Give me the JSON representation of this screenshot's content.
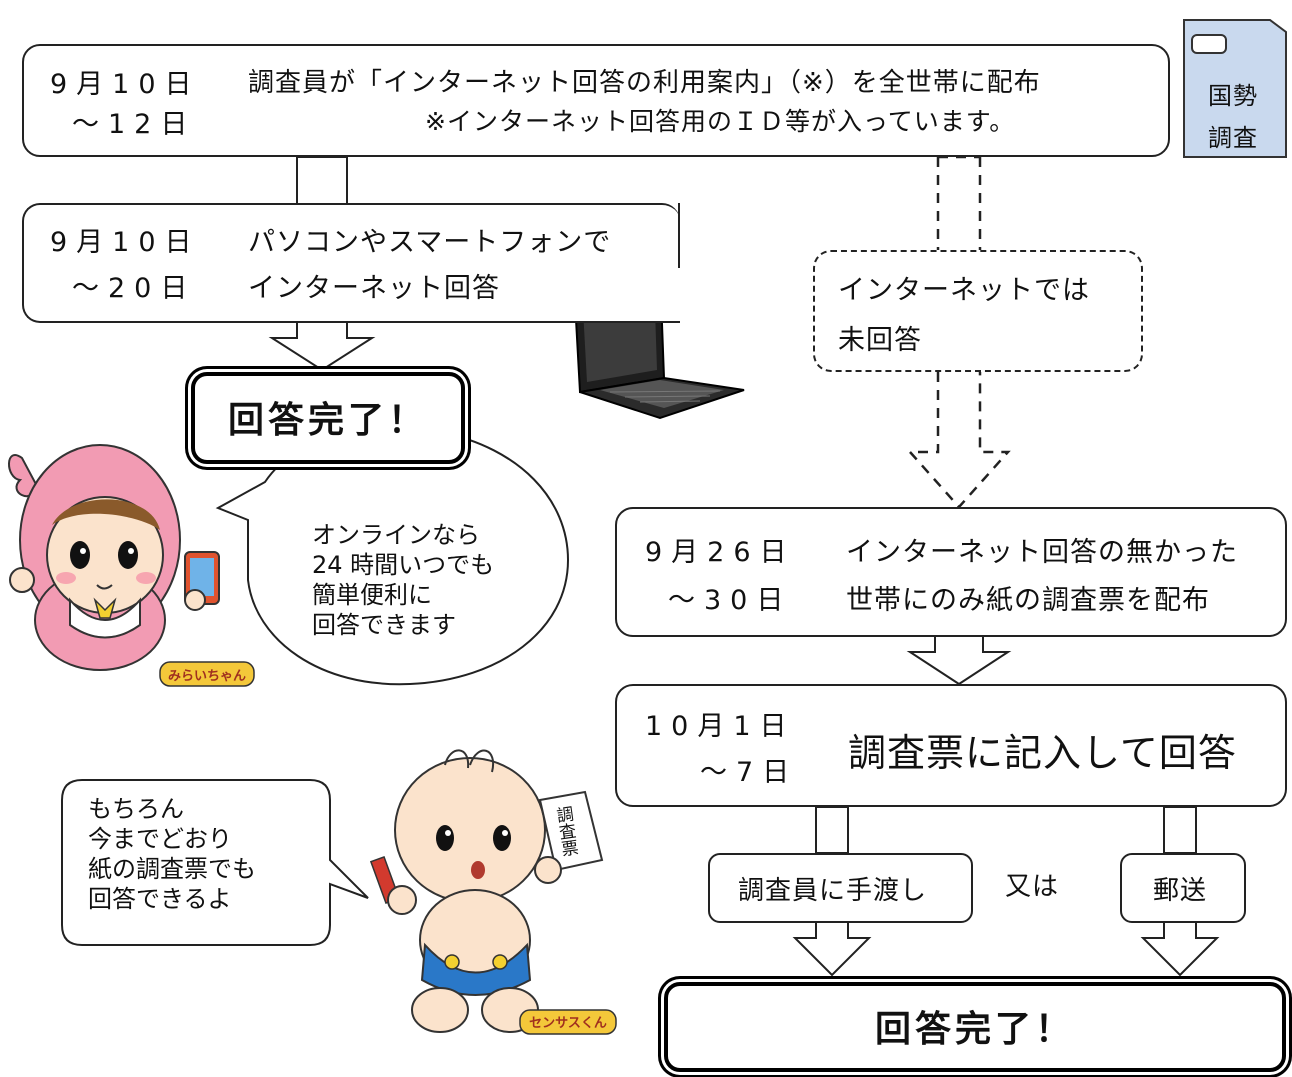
{
  "step1": {
    "date_start": "9月10日",
    "date_end": "～12日",
    "text": "調査員が「インターネット回答の利用案内」（※）を全世帯に配布",
    "note": "※インターネット回答用のＩＤ等が入っています。"
  },
  "census_box": {
    "line1": "国勢",
    "line2": "調査"
  },
  "step2": {
    "date_start": "9月10日",
    "date_end": "～20日",
    "line1": "パソコンやスマートフォンで",
    "line2": "インターネット回答"
  },
  "complete_top": "回答完了！",
  "not_answered": {
    "line1": "インターネットでは",
    "line2": "未回答"
  },
  "mirai_bubble": [
    "オンラインなら",
    "24 時間いつでも",
    "簡単便利に",
    "回答できます"
  ],
  "mirai_name": "みらいちゃん",
  "step3": {
    "date_start": "9月26日",
    "date_end": "～30日",
    "line1": "インターネット回答の無かった",
    "line2": "世帯にのみ紙の調査票を配布"
  },
  "step4": {
    "date_start": "10月1日",
    "date_end": "～7日",
    "text": "調査票に記入して回答"
  },
  "census_bubble": [
    "もちろん",
    "今までどおり",
    "紙の調査票でも",
    "回答できるよ"
  ],
  "census_sheet": "調査票",
  "census_name": "センサスくん",
  "option_handover": "調査員に手渡し",
  "option_or": "又は",
  "option_mail": "郵送",
  "complete_bottom": "回答完了！",
  "colors": {
    "census_box": "#c9d9ee",
    "mirai_pink": "#f29bb3",
    "baby_skin": "#fbe3cc",
    "diaper": "#2a78c8"
  }
}
